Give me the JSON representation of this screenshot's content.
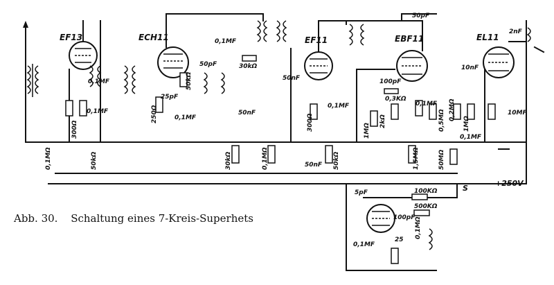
{
  "figure": {
    "number": "Abb. 30.",
    "caption": "Schaltung eines 7-Kreis-Superhets"
  },
  "tubes": {
    "ef13": "EF13",
    "ech11": "ECH11",
    "ef11": "EF11",
    "ebf11": "EBF11",
    "el11": "EL11"
  },
  "labels": {
    "cap_50pf_top": "50pF",
    "cap_2nf": "2nF",
    "cap_01mf_a": "0,1MF",
    "cap_01mf_b": "0,1MF",
    "cap_01mf_c": "0,1MF",
    "cap_01mf_d": "0,1MF",
    "cap_01mf_e": "0,1MF",
    "cap_01mf_f": "0,1MF",
    "cap_01mf_g": "0,1MF",
    "cap_01mf_h": "0,1MF",
    "cap_50nf_a": "50nF",
    "cap_50nf_b": "50nF",
    "cap_50nf_c": "50nF",
    "cap_10nf": "10nF",
    "cap_10mf": "10MF",
    "cap_100pf_a": "100pF",
    "cap_100pf_b": "100pF",
    "cap_25pf": "25pF",
    "cap_50pf_ech": "50pF",
    "cap_5pf": "5pF",
    "cap_25": "25",
    "res_300_a": "300Ω",
    "res_300_b": "300Ω",
    "res_250": "250Ω",
    "res_30k": "30kΩ",
    "res_30k_b": "30kΩ",
    "res_50k": "50kΩ",
    "res_50k_b": "50kΩ",
    "res_50k_c": "50kΩ",
    "res_03k": "0,3KΩ",
    "res_2k": "2kΩ",
    "res_1m_a": "1MΩ",
    "res_1m_b": "1MΩ",
    "res_01m_a": "0,1MΩ",
    "res_01m_b": "0,1MΩ",
    "res_05m": "0,5MΩ",
    "res_02m": "0,2MΩ",
    "res_15m": "1,5MΩ",
    "res_50m": "50MΩ",
    "res_100k": "100KΩ",
    "res_500k": "500KΩ",
    "res_0_1m_c": "0,1MΩ",
    "switch_s": "S",
    "supply": "+250V"
  }
}
